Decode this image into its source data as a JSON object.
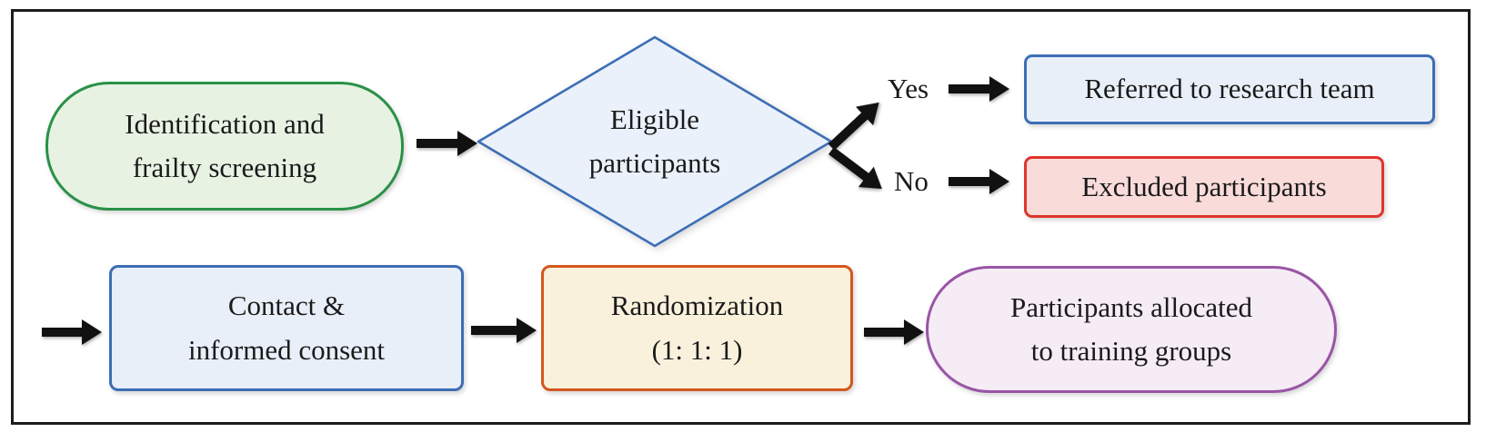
{
  "nodes": {
    "identification": {
      "lines": [
        "Identification and",
        "frailty screening"
      ],
      "shape": "stadium",
      "border_color": "#2a9147",
      "fill_color": "#e7f2e3"
    },
    "eligible": {
      "lines": [
        "Eligible",
        "participants"
      ],
      "shape": "diamond",
      "border_color": "#3d6eb5",
      "fill_color": "#eaf1fa"
    },
    "referred": {
      "lines": [
        "Referred to research team"
      ],
      "shape": "rect",
      "border_color": "#3d6eb5",
      "fill_color": "#e9eff9"
    },
    "excluded": {
      "lines": [
        "Excluded participants"
      ],
      "shape": "rect",
      "border_color": "#e0342b",
      "fill_color": "#f9dcda"
    },
    "contact": {
      "lines": [
        "Contact &",
        "informed consent"
      ],
      "shape": "rect",
      "border_color": "#3d6eb5",
      "fill_color": "#e9eff9"
    },
    "randomization": {
      "lines": [
        "Randomization",
        "(1: 1: 1)"
      ],
      "shape": "rect",
      "border_color": "#d4571e",
      "fill_color": "#faf1dd"
    },
    "allocated": {
      "lines": [
        "Participants allocated",
        "to training groups"
      ],
      "shape": "stadium",
      "border_color": "#9a55a5",
      "fill_color": "#f5ecf6"
    }
  },
  "branch_labels": {
    "yes": "Yes",
    "no": "No"
  },
  "edges": [
    {
      "from": "identification",
      "to": "eligible",
      "label": ""
    },
    {
      "from": "eligible",
      "to": "referred",
      "label": "Yes"
    },
    {
      "from": "eligible",
      "to": "excluded",
      "label": "No"
    },
    {
      "from": "referred",
      "to": "contact",
      "label": ""
    },
    {
      "from": "contact",
      "to": "randomization",
      "label": ""
    },
    {
      "from": "randomization",
      "to": "allocated",
      "label": ""
    }
  ],
  "colors": {
    "arrow": "#111111",
    "frame_border": "#1c1c1c",
    "text": "#1a1a1a",
    "background": "#ffffff"
  }
}
